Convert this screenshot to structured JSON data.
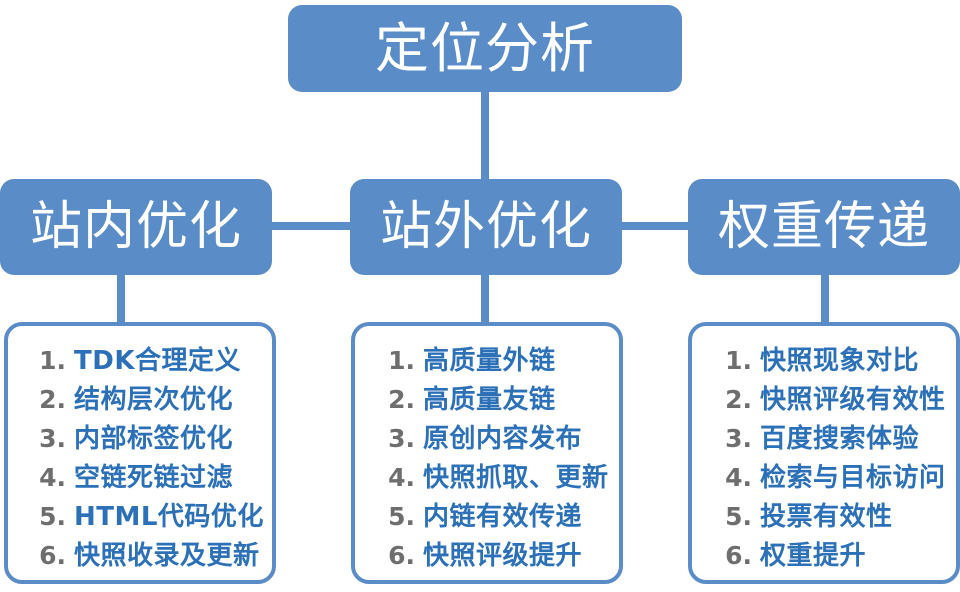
{
  "diagram": {
    "title": "定位分析",
    "colors": {
      "box_fill": "#5A8CC8",
      "box_text": "#FFFFFF",
      "panel_border": "#5A8CC8",
      "panel_fill": "#FFFFFF",
      "list_number": "#6E6E6E",
      "list_text": "#2C71B8",
      "connector": "#5A8CC8"
    },
    "root": {
      "label": "定位分析"
    },
    "branches": [
      {
        "key": "onsite",
        "label": "站内优化",
        "items": [
          {
            "index": "1.",
            "text": "TDK合理定义"
          },
          {
            "index": "2.",
            "text": "结构层次优化"
          },
          {
            "index": "3.",
            "text": "内部标签优化"
          },
          {
            "index": "4.",
            "text": "空链死链过滤"
          },
          {
            "index": "5.",
            "text": "HTML代码优化"
          },
          {
            "index": "6.",
            "text": "快照收录及更新"
          }
        ]
      },
      {
        "key": "offsite",
        "label": "站外优化",
        "items": [
          {
            "index": "1.",
            "text": "高质量外链"
          },
          {
            "index": "2.",
            "text": "高质量友链"
          },
          {
            "index": "3.",
            "text": "原创内容发布"
          },
          {
            "index": "4.",
            "text": "快照抓取、更新"
          },
          {
            "index": "5.",
            "text": "内链有效传递"
          },
          {
            "index": "6.",
            "text": "快照评级提升"
          }
        ]
      },
      {
        "key": "weight",
        "label": "权重传递",
        "items": [
          {
            "index": "1.",
            "text": "快照现象对比"
          },
          {
            "index": "2.",
            "text": "快照评级有效性"
          },
          {
            "index": "3.",
            "text": "百度搜索体验"
          },
          {
            "index": "4.",
            "text": "检索与目标访问"
          },
          {
            "index": "5.",
            "text": "投票有效性"
          },
          {
            "index": "6.",
            "text": "权重提升"
          }
        ]
      }
    ]
  }
}
